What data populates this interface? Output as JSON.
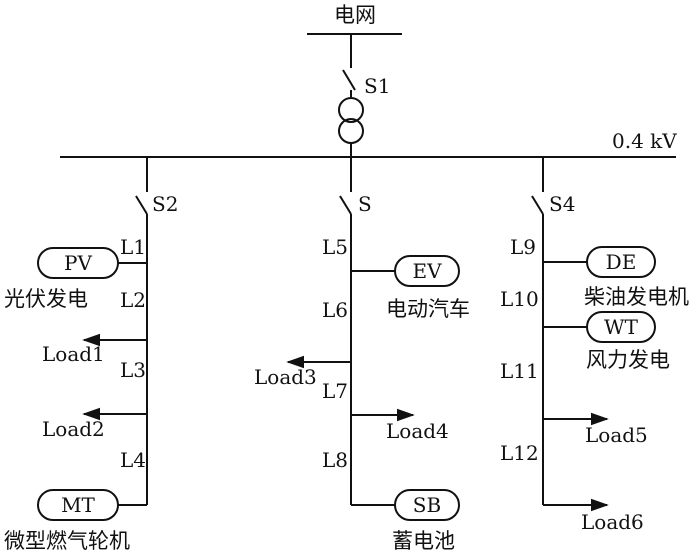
{
  "grid": {
    "label": "电网"
  },
  "busbar": {
    "voltage": "0.4 kV"
  },
  "switches": {
    "s1": "S1",
    "s2": "S2",
    "s": "S",
    "s4": "S4"
  },
  "feeder_left": {
    "segments": [
      "L1",
      "L2",
      "L3",
      "L4"
    ],
    "loads": [
      "Load1",
      "Load2"
    ],
    "pv": {
      "tag": "PV",
      "name": "光伏发电"
    },
    "mt": {
      "tag": "MT",
      "name": "微型燃气轮机"
    }
  },
  "feeder_middle": {
    "segments": [
      "L5",
      "L6",
      "L7",
      "L8"
    ],
    "loads": [
      "Load3",
      "Load4"
    ],
    "ev": {
      "tag": "EV",
      "name": "电动汽车"
    },
    "sb": {
      "tag": "SB",
      "name": "蓄电池"
    }
  },
  "feeder_right": {
    "segments": [
      "L9",
      "L10",
      "L11",
      "L12"
    ],
    "loads": [
      "Load5",
      "Load6"
    ],
    "de": {
      "tag": "DE",
      "name": "柴油发电机"
    },
    "wt": {
      "tag": "WT",
      "name": "风力发电"
    }
  }
}
